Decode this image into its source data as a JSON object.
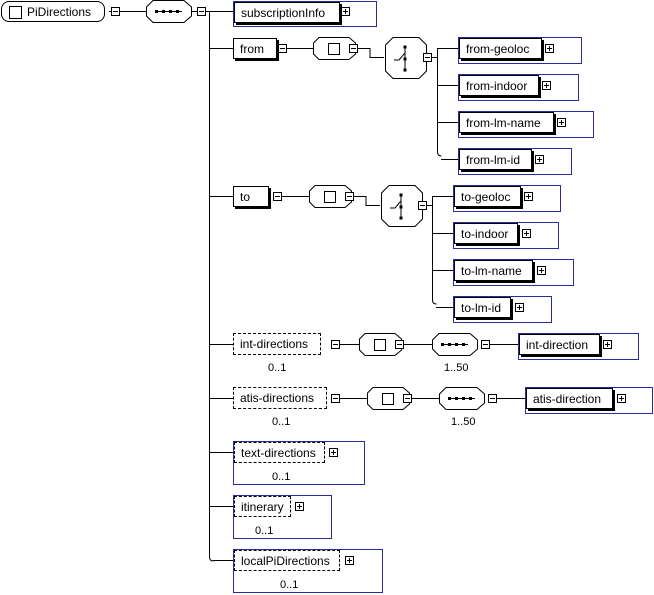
{
  "root": {
    "name": "PiDirections"
  },
  "subscriptionInfo": {
    "name": "subscriptionInfo"
  },
  "from": {
    "name": "from",
    "children": [
      "from-geoloc",
      "from-indoor",
      "from-lm-name",
      "from-lm-id"
    ]
  },
  "to": {
    "name": "to",
    "children": [
      "to-geoloc",
      "to-indoor",
      "to-lm-name",
      "to-lm-id"
    ]
  },
  "int_directions": {
    "name": "int-directions",
    "card": "0..1",
    "seq_card": "1..50",
    "child": "int-direction"
  },
  "atis_directions": {
    "name": "atis-directions",
    "card": "0..1",
    "seq_card": "1..50",
    "child": "atis-direction"
  },
  "text_directions": {
    "name": "text-directions",
    "card": "0..1"
  },
  "itinerary": {
    "name": "itinerary",
    "card": "0..1"
  },
  "localPiDirections": {
    "name": "localPiDirections",
    "card": "0..1"
  },
  "colors": {
    "optional_border": "#2b2b9c",
    "required_border": "#000000",
    "line": "#000000"
  }
}
